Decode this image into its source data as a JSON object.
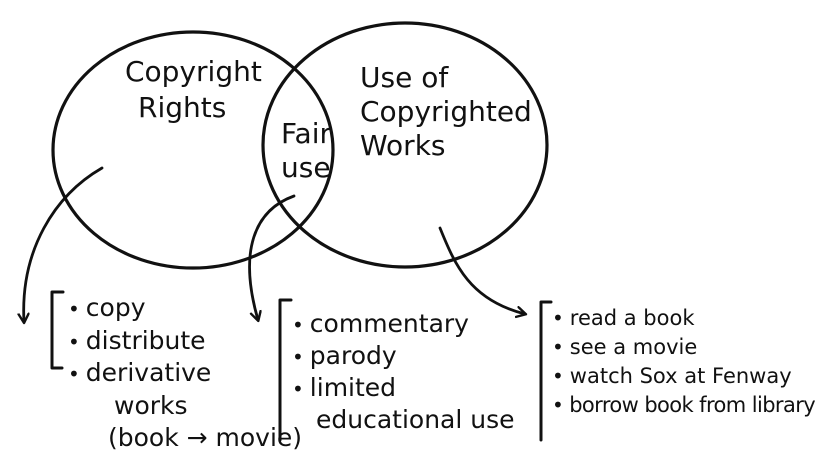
{
  "colors": {
    "ink": "#111111",
    "background": "#ffffff"
  },
  "venn": {
    "left_label_line1": "Copyright",
    "left_label_line2": "Rights",
    "right_label_line1": "Use of",
    "right_label_line2": "Copyrighted",
    "right_label_line3": "Works",
    "overlap_label_line1": "Fair",
    "overlap_label_line2": "use"
  },
  "lists": {
    "rights": {
      "items": [
        "copy",
        "distribute",
        "derivative"
      ],
      "continuation_line1": "works",
      "continuation_line2": "(book → movie)"
    },
    "fair_use": {
      "items": [
        "commentary",
        "parody",
        "limited"
      ],
      "continuation_line1": "educational use"
    },
    "uses": {
      "items": [
        "read a book",
        "see a movie",
        "watch Sox at Fenway",
        "borrow book from library"
      ]
    }
  }
}
